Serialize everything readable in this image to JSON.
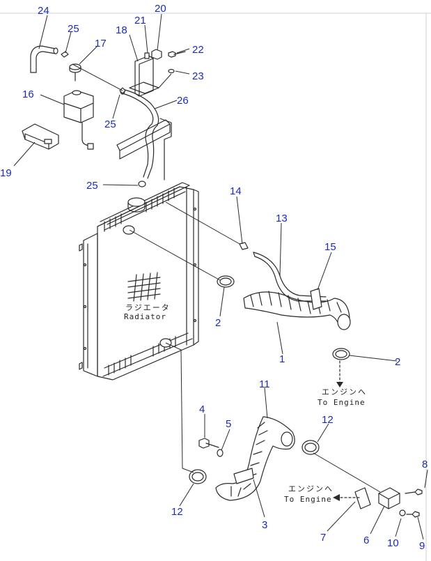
{
  "radiator": {
    "label_jp": "ラジエータ",
    "label_en": "Radiator"
  },
  "directions": [
    {
      "jp": "エンジンへ",
      "en": "To Engine"
    },
    {
      "jp": "エンジンへ",
      "en": "To Engine"
    }
  ],
  "callouts": [
    "24",
    "25",
    "17",
    "18",
    "21",
    "20",
    "22",
    "23",
    "16",
    "25",
    "26",
    "19",
    "25",
    "14",
    "13",
    "15",
    "2",
    "1",
    "2",
    "11",
    "4",
    "5",
    "12",
    "12",
    "3",
    "8",
    "7",
    "6",
    "10",
    "9"
  ],
  "colors": {
    "callout": "#1c2bb5",
    "line": "#2a2a2a"
  }
}
